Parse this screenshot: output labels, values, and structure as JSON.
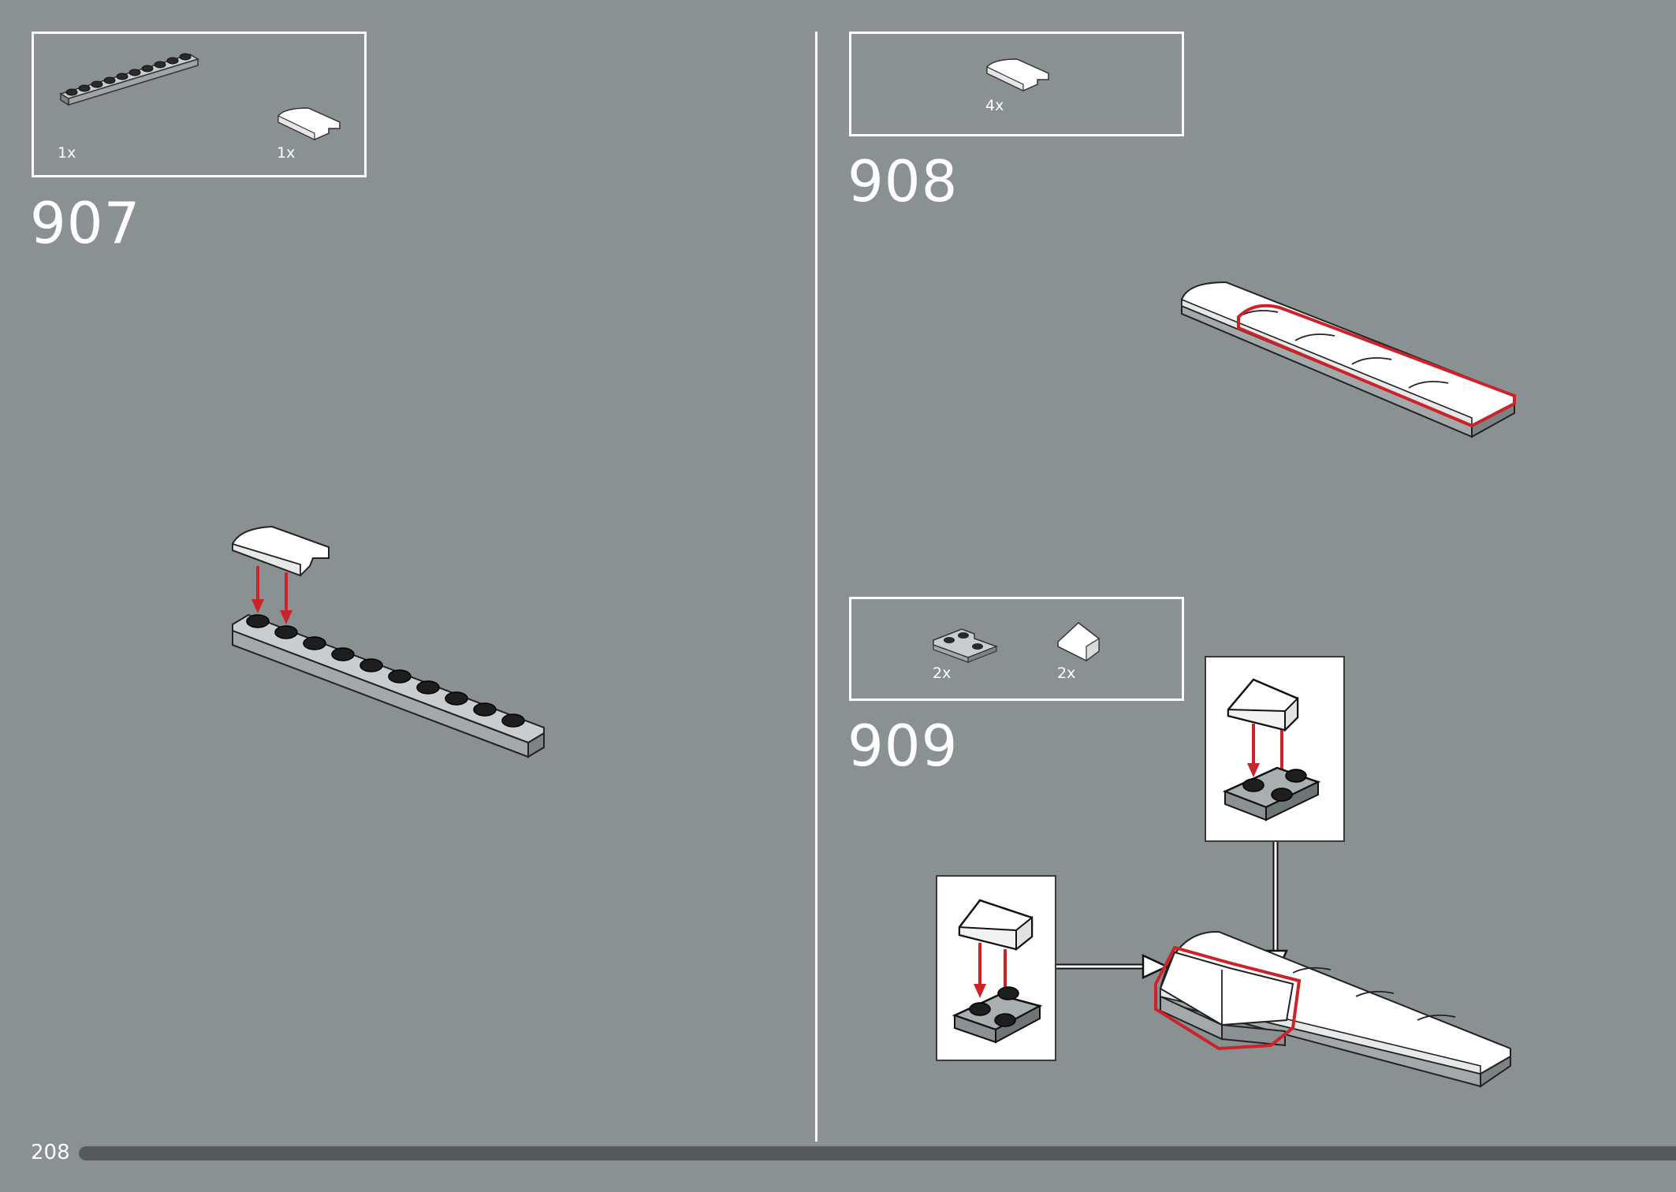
{
  "page": {
    "number": "208",
    "colors": {
      "background": "#8a9193",
      "frame": "#ffffff",
      "highlight": "#cc2229",
      "arrow": "#cc2229",
      "stud": "#2a2a2a",
      "plate": "#a9aeb0",
      "progress": "#555a5c"
    }
  },
  "steps": [
    {
      "number": "907",
      "parts": [
        {
          "icon": "plate-1x10-icon",
          "quantity": "1x"
        },
        {
          "icon": "curved-slope-icon",
          "quantity": "1x"
        }
      ]
    },
    {
      "number": "908",
      "parts": [
        {
          "icon": "curved-slope-icon",
          "quantity": "4x"
        }
      ]
    },
    {
      "number": "909",
      "parts": [
        {
          "icon": "corner-plate-icon",
          "quantity": "2x"
        },
        {
          "icon": "slope-brick-icon",
          "quantity": "2x"
        }
      ]
    }
  ],
  "progress": {
    "fraction": 0.96
  }
}
